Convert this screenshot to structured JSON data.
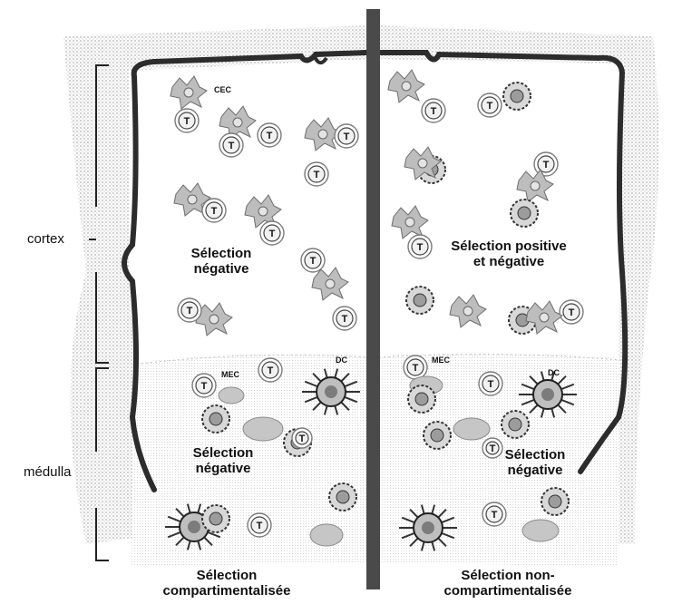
{
  "side_labels": {
    "cortex": "cortex",
    "medulla": "médulla"
  },
  "cell_labels": {
    "left_cec": "CEC",
    "left_mec": "MEC",
    "left_dc": "DC",
    "right_mec": "MEC",
    "right_dc": "DC",
    "t_cell": "T"
  },
  "left": {
    "cortex_text": [
      "Sélection",
      "négative"
    ],
    "medulla_text": [
      "Sélection",
      "négative"
    ],
    "footer": [
      "Sélection",
      "compartimentalisée"
    ]
  },
  "right": {
    "cortex_text": [
      "Sélection positive",
      "et négative"
    ],
    "medulla_text": [
      "Sélection",
      "négative"
    ],
    "footer": [
      "Sélection non-",
      "compartimentalisée"
    ]
  },
  "colors": {
    "capsule": "#2c2c2c",
    "divider": "#4a4a4a",
    "halftone": "#c9c9c9",
    "cell_fill": "#b5b5b5",
    "background": "#ffffff"
  }
}
